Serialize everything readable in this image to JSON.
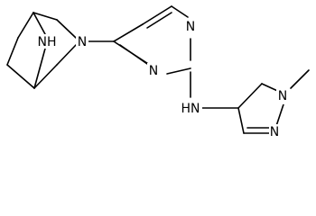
{
  "atoms": {
    "bicyclic_bridge_nh": "NH",
    "bicyclic_ring_n": "N",
    "pyrimidine_n_top": "N",
    "pyrimidine_n_bottom": "N",
    "amine_nh": "HN",
    "pyrazole_n_methyl": "N",
    "pyrazole_n_adjacent": "N"
  }
}
